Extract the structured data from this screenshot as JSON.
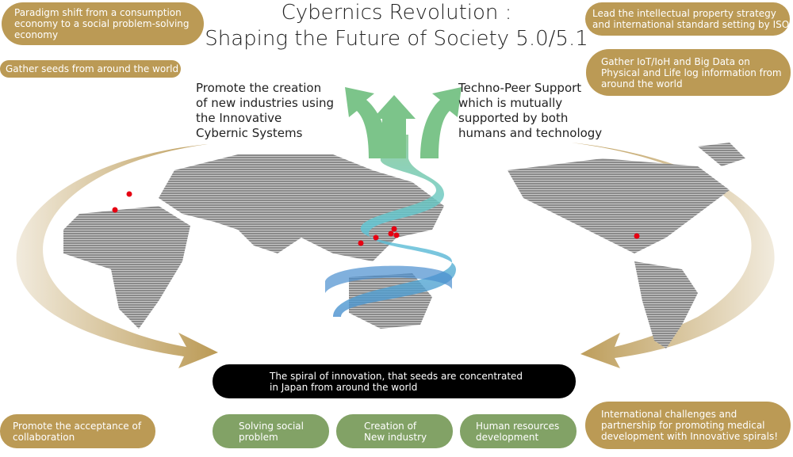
{
  "title": {
    "line1": "Cybernics Revolution :",
    "line2": "Shaping the Future of Society 5.0/5.1"
  },
  "left_pills": {
    "paradigm": [
      "Paradigm shift from a consumption",
      "economy to a social problem-solving",
      "economy"
    ],
    "gather_seeds": "Gather seeds from around the world",
    "acceptance": [
      "Promote the acceptance of",
      "collaboration"
    ]
  },
  "right_pills": {
    "ip_strategy": [
      "Lead the intellectual property strategy",
      "and international standard setting by ISO"
    ],
    "iot": [
      "Gather IoT/IoH and Big Data on",
      "Physical and Life log information from",
      "around the world"
    ],
    "international": [
      "International challenges and",
      "partnership for promoting medical",
      "development with Innovative spirals!"
    ]
  },
  "captions": {
    "left": [
      "Promote the creation",
      "of new industries using",
      "the Innovative",
      "Cybernic Systems"
    ],
    "right": [
      "Techno-Peer Support",
      "which is mutually",
      "supported by both",
      "humans and technology"
    ]
  },
  "center_banner": [
    "The spiral of innovation, that seeds are concentrated",
    "in Japan from around the world"
  ],
  "bottom_pills": [
    [
      "Solving social",
      "problem"
    ],
    [
      "Creation of",
      "New industry"
    ],
    [
      "Human resources",
      "development"
    ]
  ],
  "colors": {
    "gold": "#bb9a55",
    "green": "#82a266",
    "arrow_green": "#7cc48a",
    "dot": "#e60012"
  }
}
